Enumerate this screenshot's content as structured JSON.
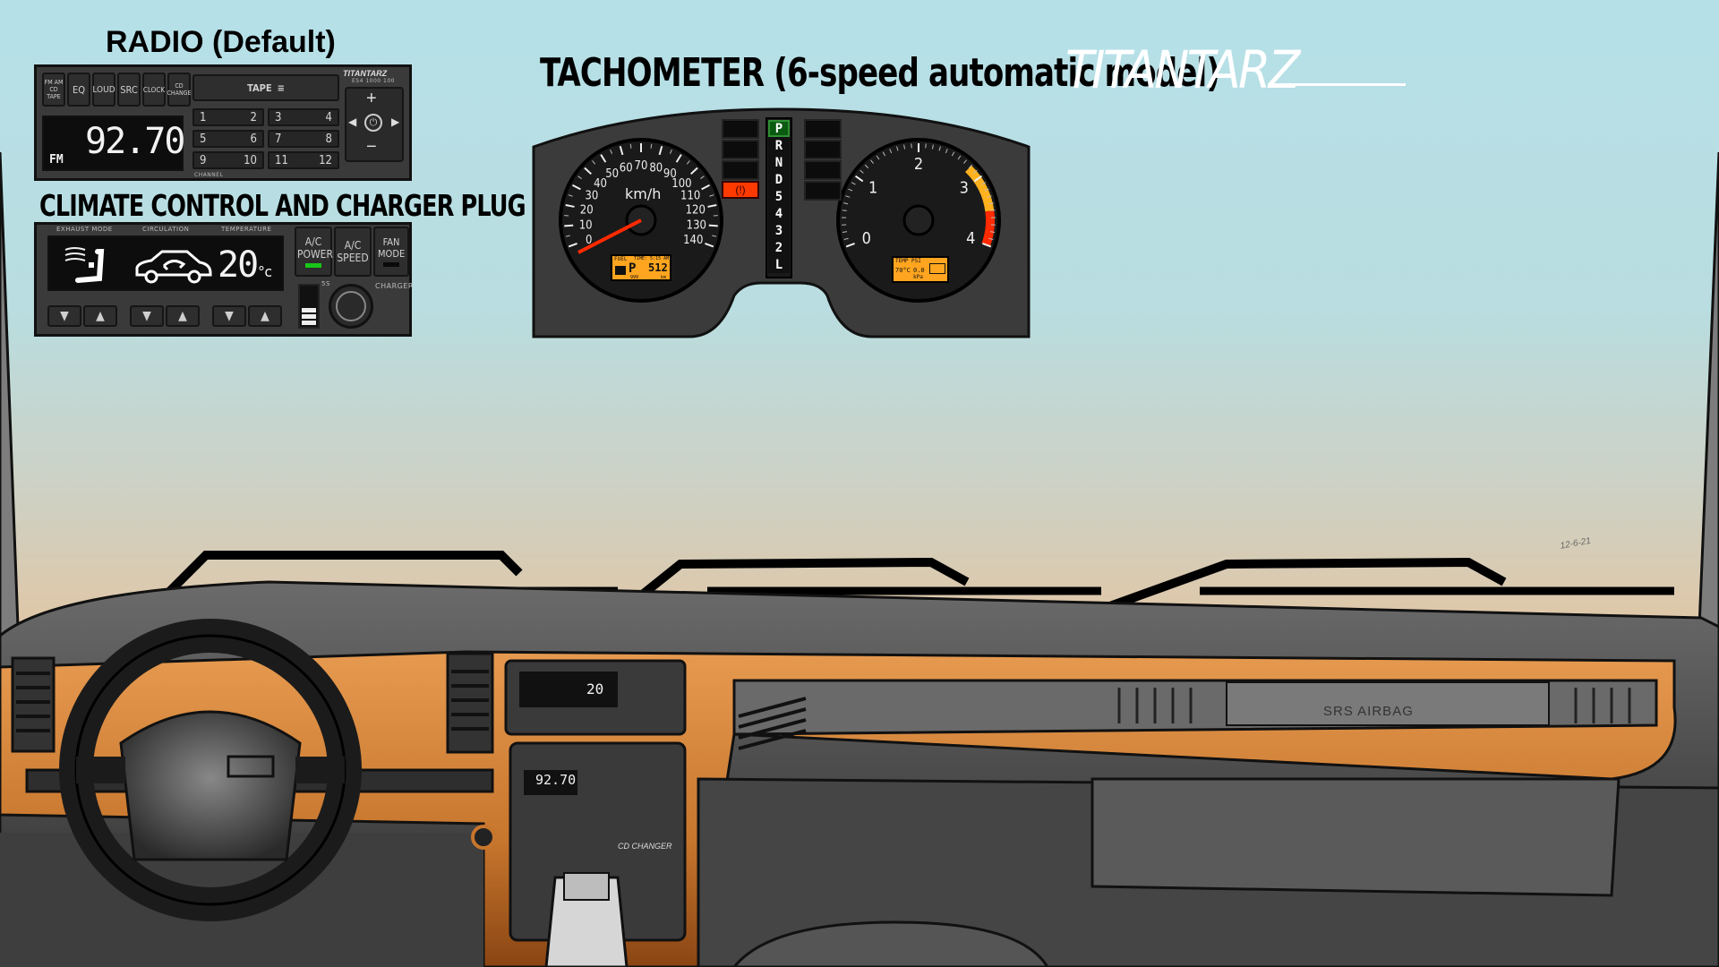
{
  "radio": {
    "heading": "RADIO (Default)",
    "brand": "TITANTARZ",
    "brand_sub": "ES4 1000 100",
    "src_buttons": [
      "FM AM CD TAPE",
      "EQ",
      "LOUD",
      "SRC",
      "CLOCK",
      "CD CHANGE"
    ],
    "tape_label": "TAPE",
    "frequency": "92.70",
    "band": "FM",
    "channel_label": "CHANNEL",
    "presets": [
      [
        "1",
        "2"
      ],
      [
        "3",
        "4"
      ],
      [
        "5",
        "6"
      ],
      [
        "7",
        "8"
      ],
      [
        "9",
        "10"
      ],
      [
        "11",
        "12"
      ]
    ],
    "plus_label": "+",
    "minus_label": "−"
  },
  "climate": {
    "heading": "CLIMATE CONTROL AND CHARGER PLUG",
    "labels": [
      "EXHAUST MODE",
      "CIRCULATION",
      "TEMPERATURE"
    ],
    "temperature": "20",
    "temp_unit": "°c",
    "ac_power": "A/C POWER",
    "ac_speed": "A/C SPEED",
    "fan_mode": "FAN MODE",
    "charger_label": "CHARGER",
    "five_label": "5S"
  },
  "tach": {
    "heading": "TACHOMETER (6-speed automatic model)",
    "speed_unit": "km/h",
    "speed_ticks": [
      "0",
      "10",
      "20",
      "30",
      "40",
      "50",
      "60",
      "70",
      "80",
      "90",
      "100",
      "110",
      "120",
      "130",
      "140"
    ],
    "rpm_ticks": [
      "0",
      "1",
      "2",
      "3",
      "4"
    ],
    "gears": [
      "P",
      "R",
      "N",
      "D",
      "5",
      "4",
      "3",
      "2",
      "L"
    ],
    "active_gear": "P",
    "lcd_left": {
      "fuel": "FUEL",
      "time": "TIME: 5:15 AM",
      "gear": "P",
      "odo": "512",
      "trip": "999",
      "unit": "km"
    },
    "lcd_right": {
      "temp": "TEMP",
      "psi": "PSI",
      "temp_val": "70°C",
      "psi_val": "0.0",
      "unit": "kPa"
    },
    "speed_value": 0,
    "rpm_value": 0,
    "redline_start": 3.5,
    "yellow_start": 2.8
  },
  "brand_logo": "TITANTARZ",
  "dash": {
    "airbag": "SRS AIRBAG",
    "mini_temp": "20",
    "mini_freq": "92.70",
    "cd_changer": "CD CHANGER"
  },
  "signature": {
    "date": "12-6-21"
  },
  "colors": {
    "sky_top": "#b6e0e8",
    "sky_bottom": "#ecc39a",
    "wood": "#c7762d",
    "dash": "#575757",
    "lcd_orange": "#ffa51f",
    "redline": "#ff2a00",
    "yellowline": "#ffb21e"
  }
}
